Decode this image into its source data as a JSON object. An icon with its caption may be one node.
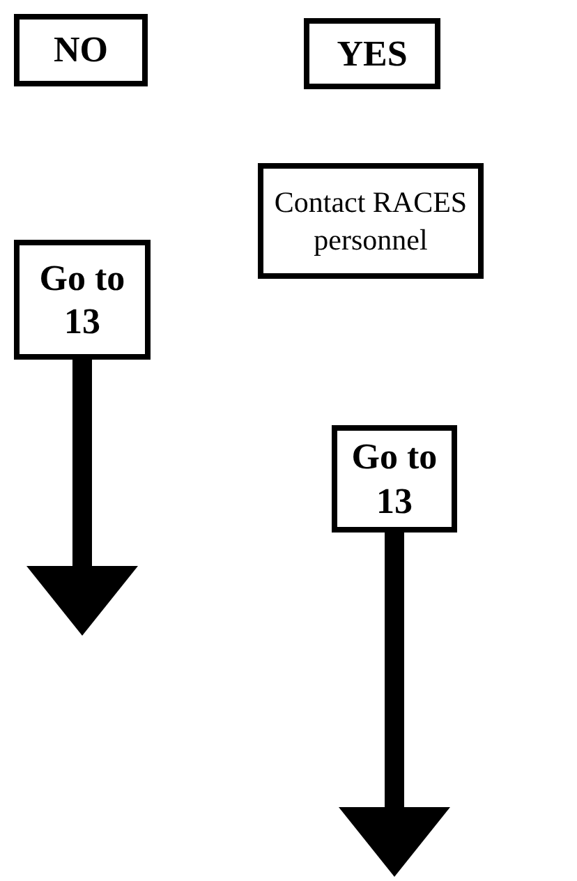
{
  "diagram": {
    "nodes": [
      {
        "text": [
          "NO"
        ]
      },
      {
        "text": [
          "YES"
        ]
      },
      {
        "text": [
          "Contact RACES personnel"
        ]
      },
      {
        "text": [
          "Go to 13"
        ]
      },
      {
        "text": [
          "Go to 13"
        ]
      }
    ],
    "edges": [
      {
        "from": 3,
        "to": null,
        "arrow": "to"
      },
      {
        "from": 4,
        "to": null,
        "arrow": "to"
      }
    ]
  }
}
